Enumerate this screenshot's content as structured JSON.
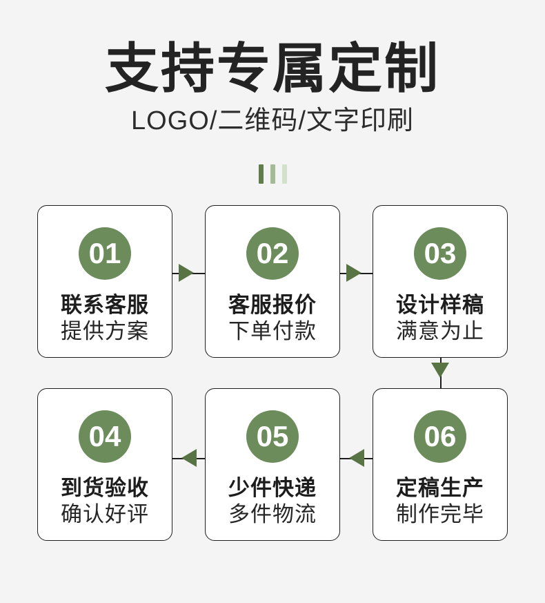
{
  "header": {
    "title": "支持专属定制",
    "subtitle": "LOGO/二维码/文字印刷"
  },
  "divider": {
    "bars": [
      {
        "name": "divider-bar-1",
        "color": "#5e7f4c"
      },
      {
        "name": "divider-bar-2",
        "color": "#a3bc95"
      },
      {
        "name": "divider-bar-3",
        "color": "#d3e0cb"
      }
    ]
  },
  "theme": {
    "background": "#f4f4f4",
    "badge_green": "#6c8c5c",
    "arrow_green": "#587445",
    "card_border": "#1d1d1d",
    "card_background": "#ffffff",
    "text_dark": "#1d1d1d"
  },
  "flow": {
    "steps": [
      {
        "number": "01",
        "line1": "联系客服",
        "line2": "提供方案"
      },
      {
        "number": "02",
        "line1": "客服报价",
        "line2": "下单付款"
      },
      {
        "number": "03",
        "line1": "设计样稿",
        "line2": "满意为止"
      },
      {
        "number": "04",
        "line1": "到货验收",
        "line2": "确认好评"
      },
      {
        "number": "05",
        "line1": "少件快递",
        "line2": "多件物流"
      },
      {
        "number": "06",
        "line1": "定稿生产",
        "line2": "制作完毕"
      }
    ],
    "connectors": [
      {
        "name": "connector-01-to-02",
        "direction": "right"
      },
      {
        "name": "connector-02-to-03",
        "direction": "right"
      },
      {
        "name": "connector-03-to-06",
        "direction": "down"
      },
      {
        "name": "connector-06-to-05",
        "direction": "left"
      },
      {
        "name": "connector-05-to-04",
        "direction": "left"
      }
    ]
  }
}
